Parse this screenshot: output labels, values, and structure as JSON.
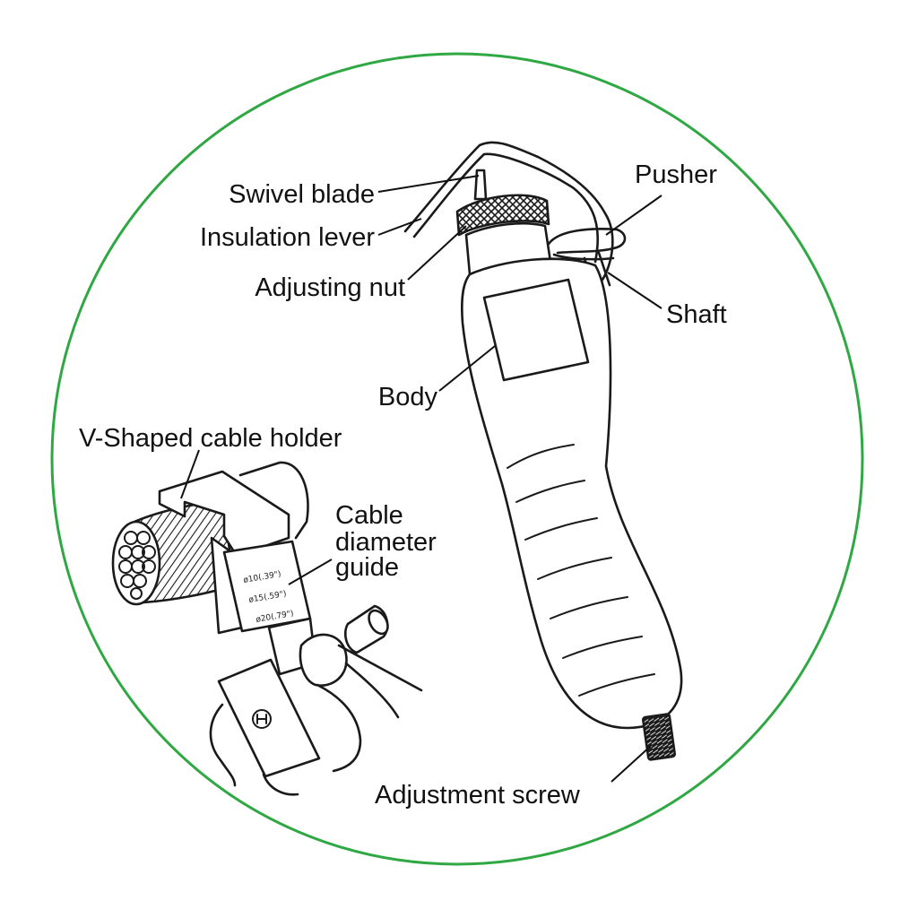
{
  "colors": {
    "ring": "#2fa844",
    "ink": "#1a1a1a",
    "background": "#ffffff"
  },
  "labels": {
    "swivel_blade": "Swivel blade",
    "insulation_lever": "Insulation lever",
    "adjusting_nut": "Adjusting nut",
    "pusher": "Pusher",
    "shaft": "Shaft",
    "body": "Body",
    "v_shaped_cable_holder": "V-Shaped cable holder",
    "cable_diameter_guide": [
      "Cable",
      "diameter",
      "guide"
    ],
    "adjustment_screw": "Adjustment screw"
  },
  "guide_marks": [
    "ø10(.39\")",
    "ø15(.59\")",
    "ø20(.79\")"
  ]
}
